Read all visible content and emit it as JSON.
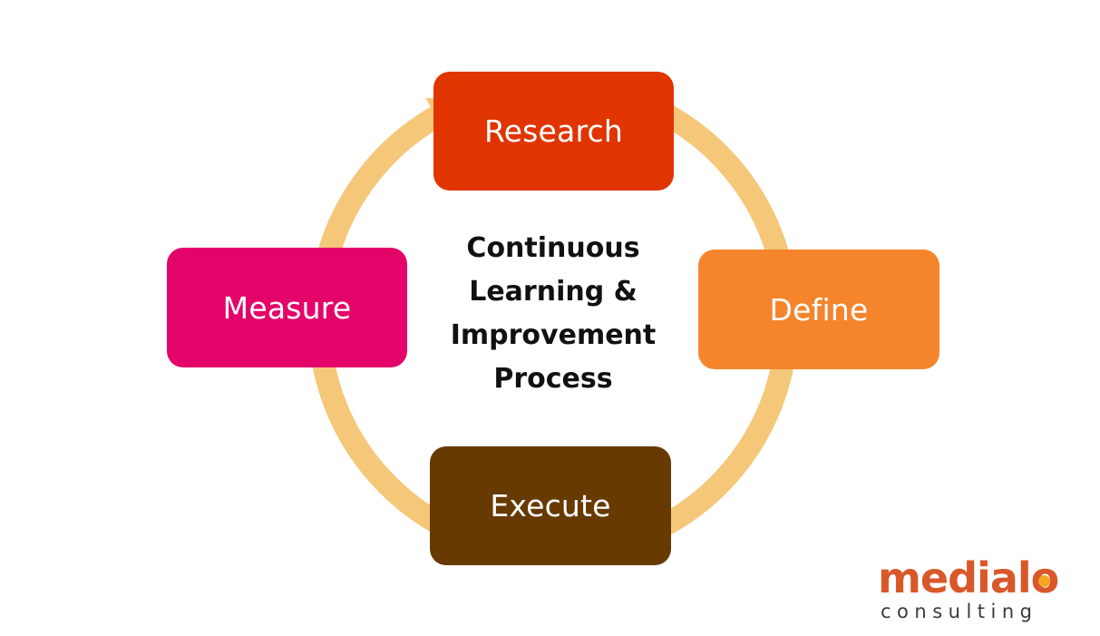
{
  "diagram": {
    "center_title_lines": [
      "Continuous",
      "Learning &",
      "Improvement",
      "Process"
    ],
    "steps": [
      {
        "id": "research",
        "label": "Research",
        "color": "#E03500"
      },
      {
        "id": "define",
        "label": "Define",
        "color": "#F4852C"
      },
      {
        "id": "execute",
        "label": "Execute",
        "color": "#663A00"
      },
      {
        "id": "measure",
        "label": "Measure",
        "color": "#E4056A"
      }
    ],
    "ring_color": "#F5C779"
  },
  "logo": {
    "word": "medialo",
    "word_main": "medial",
    "word_end": "o",
    "subtitle": "consulting",
    "word_color": "#D8582A",
    "dot_color": "#F5A623"
  }
}
